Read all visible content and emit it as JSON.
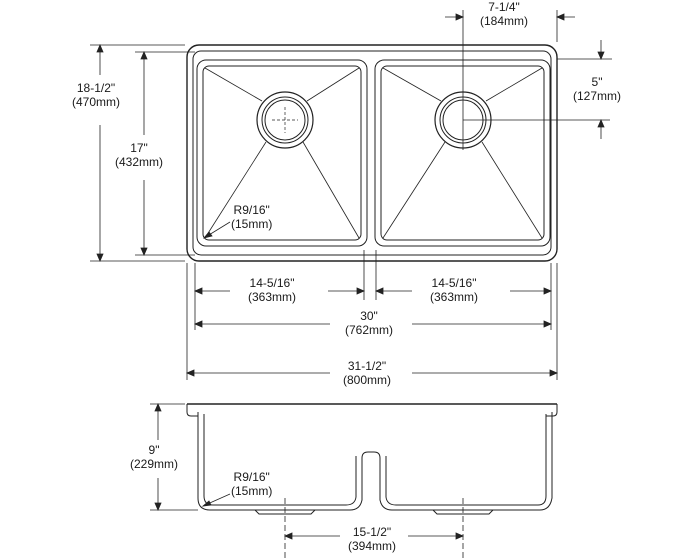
{
  "dimensions": {
    "bowl_center_offset": {
      "in": "7-1/4\"",
      "mm": "(184mm)"
    },
    "drain_to_back": {
      "in": "5\"",
      "mm": "(127mm)"
    },
    "overall_depth": {
      "in": "18-1/2\"",
      "mm": "(470mm)"
    },
    "bowl_depth": {
      "in": "17\"",
      "mm": "(432mm)"
    },
    "corner_radius_top": {
      "in": "R9/16\"",
      "mm": "(15mm)"
    },
    "left_bowl_width": {
      "in": "14-5/16\"",
      "mm": "(363mm)"
    },
    "right_bowl_width": {
      "in": "14-5/16\"",
      "mm": "(363mm)"
    },
    "inside_width": {
      "in": "30\"",
      "mm": "(762mm)"
    },
    "overall_width": {
      "in": "31-1/2\"",
      "mm": "(800mm)"
    },
    "bowl_height": {
      "in": "9\"",
      "mm": "(229mm)"
    },
    "corner_radius_side": {
      "in": "R9/16\"",
      "mm": "(15mm)"
    },
    "drain_spacing": {
      "in": "15-1/2\"",
      "mm": "(394mm)"
    }
  }
}
